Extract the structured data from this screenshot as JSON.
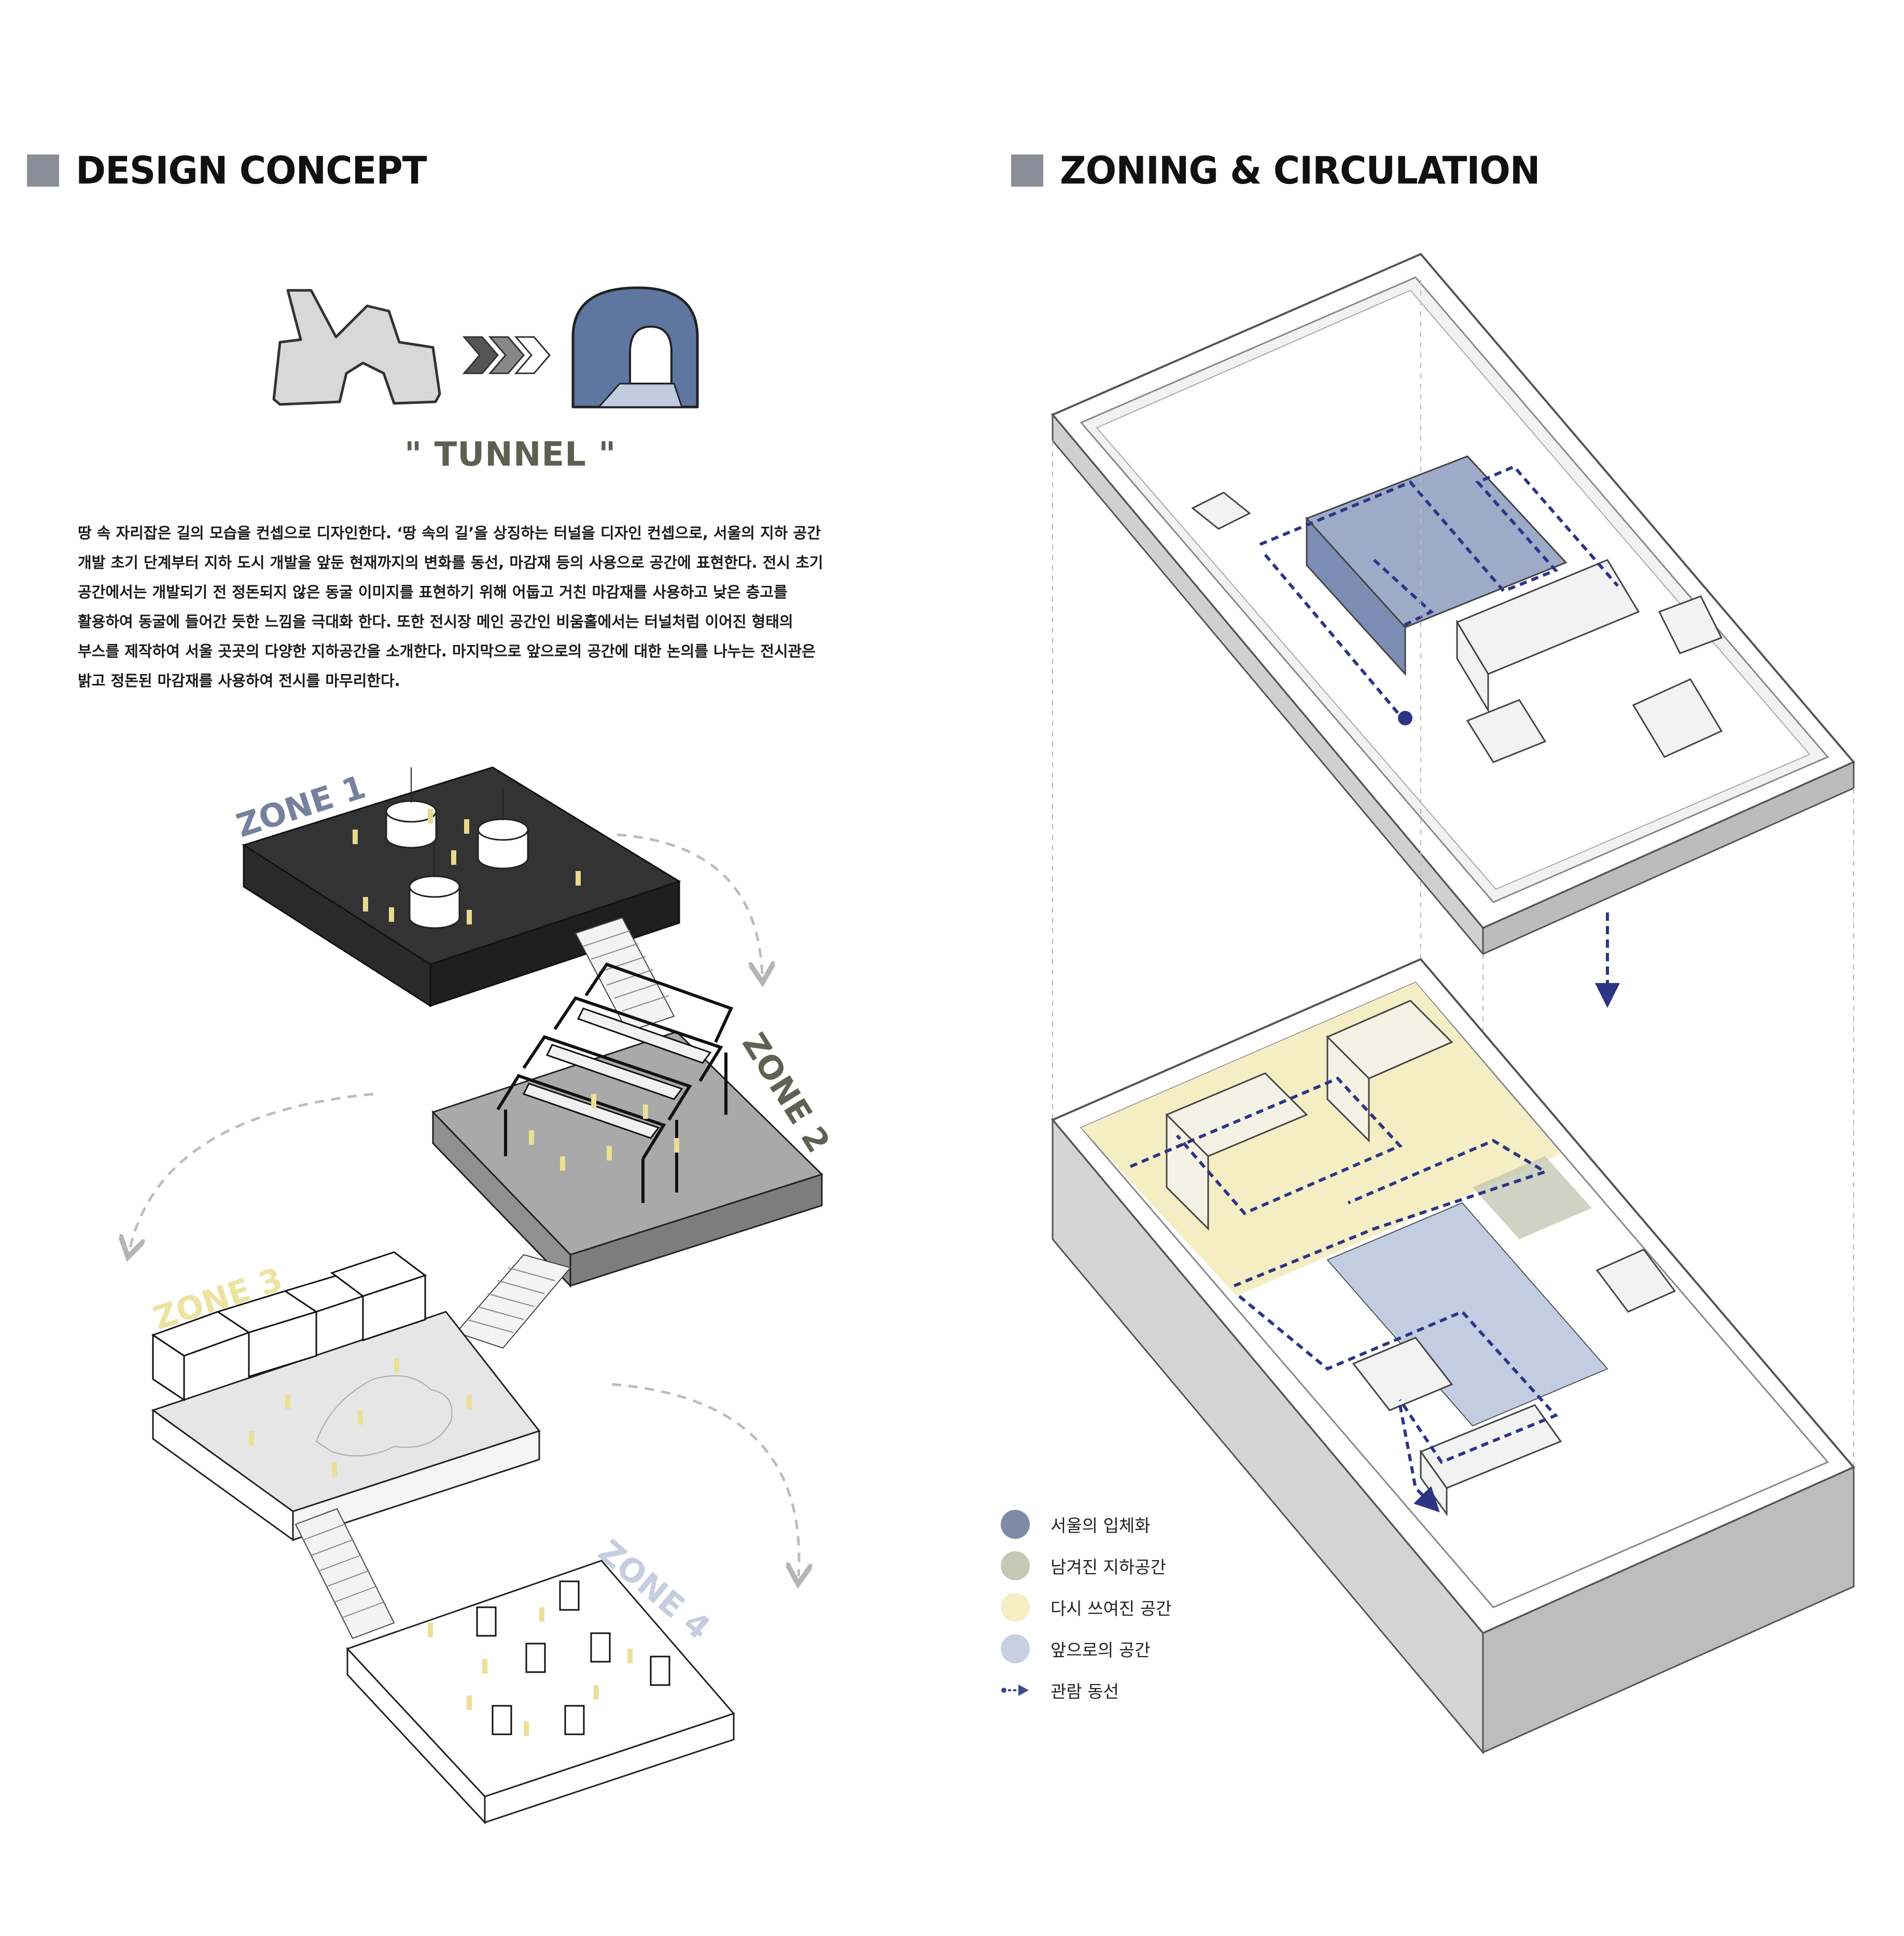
{
  "headers": {
    "design_concept": "DESIGN CONCEPT",
    "zoning": "ZONING & CIRCULATION"
  },
  "concept": {
    "tunnel_label": "\" TUNNEL \"",
    "description_lines": [
      "땅 속 자리잡은 길의 모습을 컨셉으로 디자인한다. ‘땅 속의 길’을 상징하는 터널을 디자인 컨셉으로, 서울의 지하 공간",
      "개발 초기 단계부터 지하 도시 개발을 앞둔 현재까지의 변화를 동선, 마감재 등의 사용으로 공간에 표현한다. 전시 초기",
      "공간에서는 개발되기 전 정돈되지 않은 동굴 이미지를 표현하기 위해 어둡고 거친 마감재를 사용하고 낮은 층고를",
      "활용하여 동굴에 들어간 듯한 느낌을 극대화 한다. 또한 전시장 메인 공간인 비움홀에서는  터널처럼 이어진 형태의",
      "부스를 제작하여 서울 곳곳의 다양한 지하공간을 소개한다. 마지막으로 앞으로의 공간에 대한 논의를 나누는 전시관은",
      "밝고 정돈된 마감재를 사용하여 전시를 마무리한다."
    ]
  },
  "zones": {
    "zone1": "ZONE 1",
    "zone2": "ZONE 2",
    "zone3": "ZONE 3",
    "zone4": "ZONE 4"
  },
  "legend": [
    {
      "label": "서울의 입체화",
      "color": "#7f8aa8"
    },
    {
      "label": "남겨진 지하공간",
      "color": "#c4c8b4"
    },
    {
      "label": "다시 쓰여진 공간",
      "color": "#f6efc6"
    },
    {
      "label": "앞으로의 공간",
      "color": "#c7cfe2"
    },
    {
      "label": "관람 동선",
      "color": "#3b4a8c"
    }
  ],
  "colors": {
    "accent_blue": "#5e76a0",
    "circulation": "#2c3585",
    "zone_yellow": "#f5eec5",
    "zone_blue": "#b8c4dd",
    "zone1_dark": "#3a3a3a",
    "zone2_gray": "#a7a7a7",
    "figures": "#efe3a3"
  }
}
